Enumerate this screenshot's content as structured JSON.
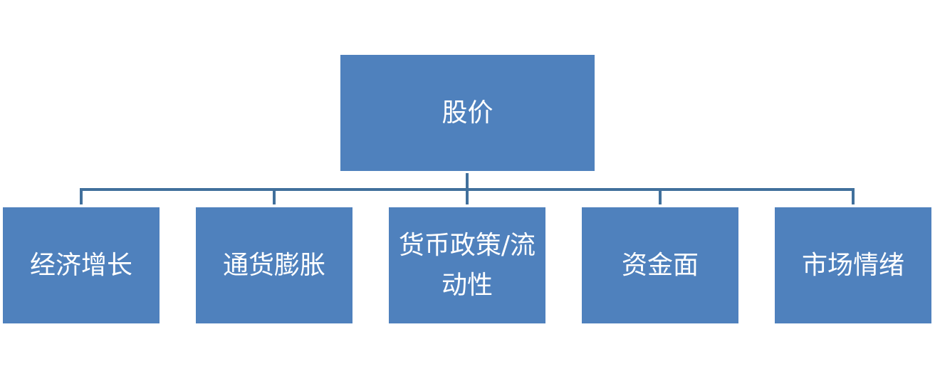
{
  "diagram": {
    "root": {
      "label": "股价"
    },
    "children": [
      {
        "label": "经济增长"
      },
      {
        "label": "通货膨胀"
      },
      {
        "label": "货币政策/流动性"
      },
      {
        "label": "资金面"
      },
      {
        "label": "市场情绪"
      }
    ],
    "colors": {
      "box_fill": "#4f81bd",
      "connector": "#41709c",
      "text": "#ffffff"
    }
  }
}
